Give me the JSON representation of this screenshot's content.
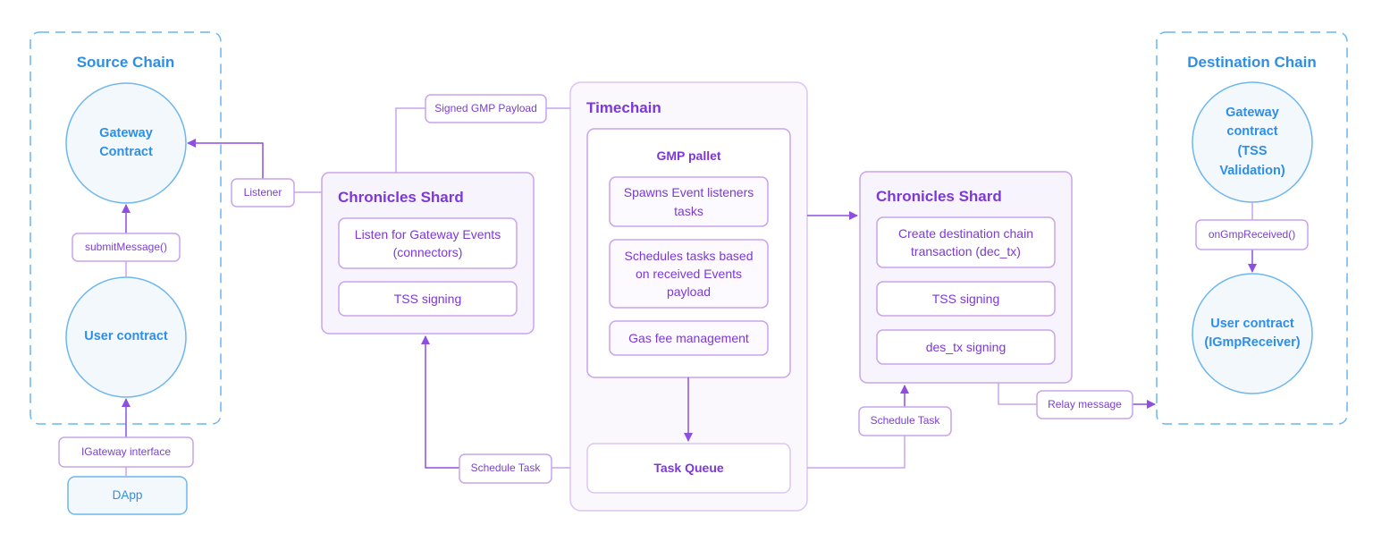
{
  "source_chain": {
    "title": "Source Chain",
    "gateway_contract": "Gateway\nContract",
    "submit_message": "submitMessage()",
    "user_contract": "User contract",
    "igateway_interface": "IGateway interface",
    "dapp": "DApp"
  },
  "listener_label": "Listener",
  "signed_gmp_payload_label": "Signed GMP Payload",
  "chronicles_shard_left": {
    "title": "Chronicles Shard",
    "items": [
      "Listen for Gateway Events\n(connectors)",
      "TSS signing"
    ]
  },
  "timechain": {
    "title": "Timechain",
    "gmp_pallet": {
      "title": "GMP pallet",
      "items": [
        "Spawns Event listeners\ntasks",
        "Schedules tasks based\non received Events\npayload",
        "Gas fee management"
      ]
    },
    "task_queue": "Task Queue"
  },
  "schedule_task_left": "Schedule Task",
  "schedule_task_right": "Schedule Task",
  "chronicles_shard_right": {
    "title": "Chronicles Shard",
    "items": [
      "Create destination chain\ntransaction (dec_tx)",
      "TSS signing",
      "des_tx signing"
    ]
  },
  "relay_message_label": "Relay message",
  "destination_chain": {
    "title": "Destination Chain",
    "gateway_contract": "Gateway\ncontract\n(TSS\nValidation)",
    "on_gmp_received": "onGmpReceived()",
    "user_contract": "User contract\n(IGmpReceiver)"
  },
  "colors": {
    "blue_stroke": "#6db6ee",
    "blue_fill": "#f3f8fd",
    "purple_stroke": "#c8a3ec",
    "purple_fill": "#faf7fd",
    "arrow": "#8e4fe0",
    "blue_text": "#2f8ee5",
    "purple_text": "#7c38d8"
  }
}
